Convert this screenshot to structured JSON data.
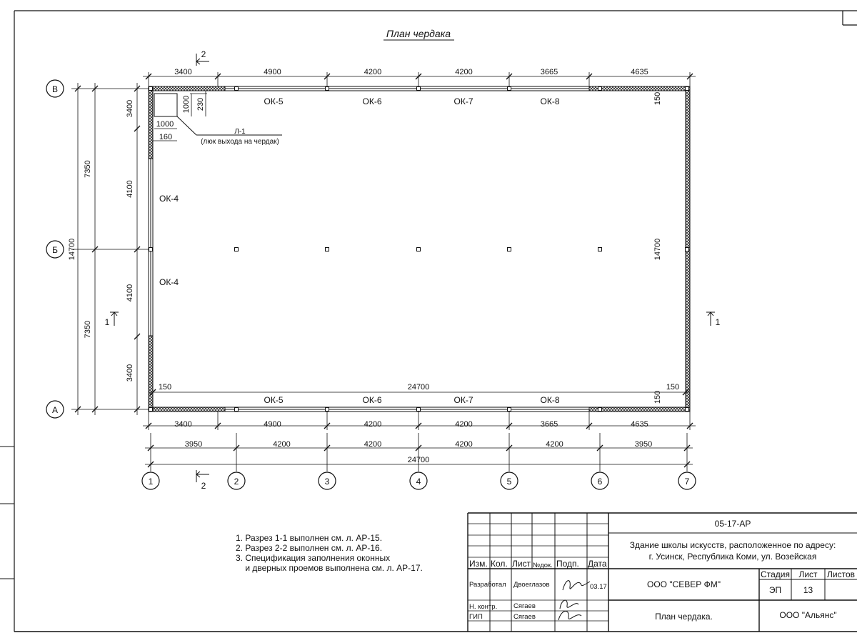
{
  "title": "План чердака",
  "axes": {
    "columns": [
      "1",
      "2",
      "3",
      "4",
      "5",
      "6",
      "7"
    ],
    "rows": [
      "В",
      "Б",
      "А"
    ]
  },
  "dims": {
    "top": [
      "3400",
      "4900",
      "4200",
      "4200",
      "3665",
      "4635"
    ],
    "bottom_row1": [
      "3400",
      "4900",
      "4200",
      "4200",
      "3665",
      "4635"
    ],
    "bottom_row2": [
      "3950",
      "4200",
      "4200",
      "4200",
      "4200",
      "3950"
    ],
    "total_width": "24700",
    "inner_width": "24700",
    "left_inner": [
      "3400",
      "4100",
      "4100",
      "3400"
    ],
    "left_mid": [
      "7350",
      "7350"
    ],
    "left_total": "14700",
    "right_total": "14700",
    "edge_150": "150",
    "hatch_1000": "1000",
    "hatch_230": "230",
    "hatch_160": "160"
  },
  "windows": {
    "top": [
      "ОК-5",
      "ОК-6",
      "ОК-7",
      "ОК-8"
    ],
    "bottom": [
      "ОК-5",
      "ОК-6",
      "ОК-7",
      "ОК-8"
    ],
    "left_upper": "ОК-4",
    "left_lower": "ОК-4"
  },
  "hatch": {
    "mark": "Л-1",
    "note": "(люк выхода на чердак)"
  },
  "sections": {
    "s1": "1",
    "s2": "2"
  },
  "notes": [
    "1. Разрез 1-1 выполнен см. л. АР-15.",
    "2. Разрез 2-2 выполнен см. л. АР-16.",
    "3. Спецификация заполнения оконных",
    "    и дверных проемов выполнена см. л. АР-17."
  ],
  "title_block": {
    "code": "05-17-АР",
    "project_line1": "Здание школы искусств, расположенное по адресу:",
    "project_line2": "г. Усинск, Республика Коми, ул. Возейская",
    "col_izm": "Изм.",
    "col_kol": "Кол.",
    "col_list": "Лист",
    "col_ndok": "№док.",
    "col_podp": "Подп.",
    "col_data": "Дата",
    "role_razrab": "Разработал",
    "name_razrab": "Двоеглазов",
    "date_razrab": "03.17",
    "role_nkontr": "Н. контр.",
    "name_nkontr": "Сягаев",
    "role_gip": "ГИП",
    "name_gip": "Сягаев",
    "org_author": "ООО \"СЕВЕР ФМ\"",
    "stage_label": "Стадия",
    "sheet_label": "Лист",
    "sheets_label": "Листов",
    "stage_value": "ЭП",
    "sheet_value": "13",
    "sheet_name": "План чердака.",
    "org_customer": "ООО \"Альянс\""
  }
}
